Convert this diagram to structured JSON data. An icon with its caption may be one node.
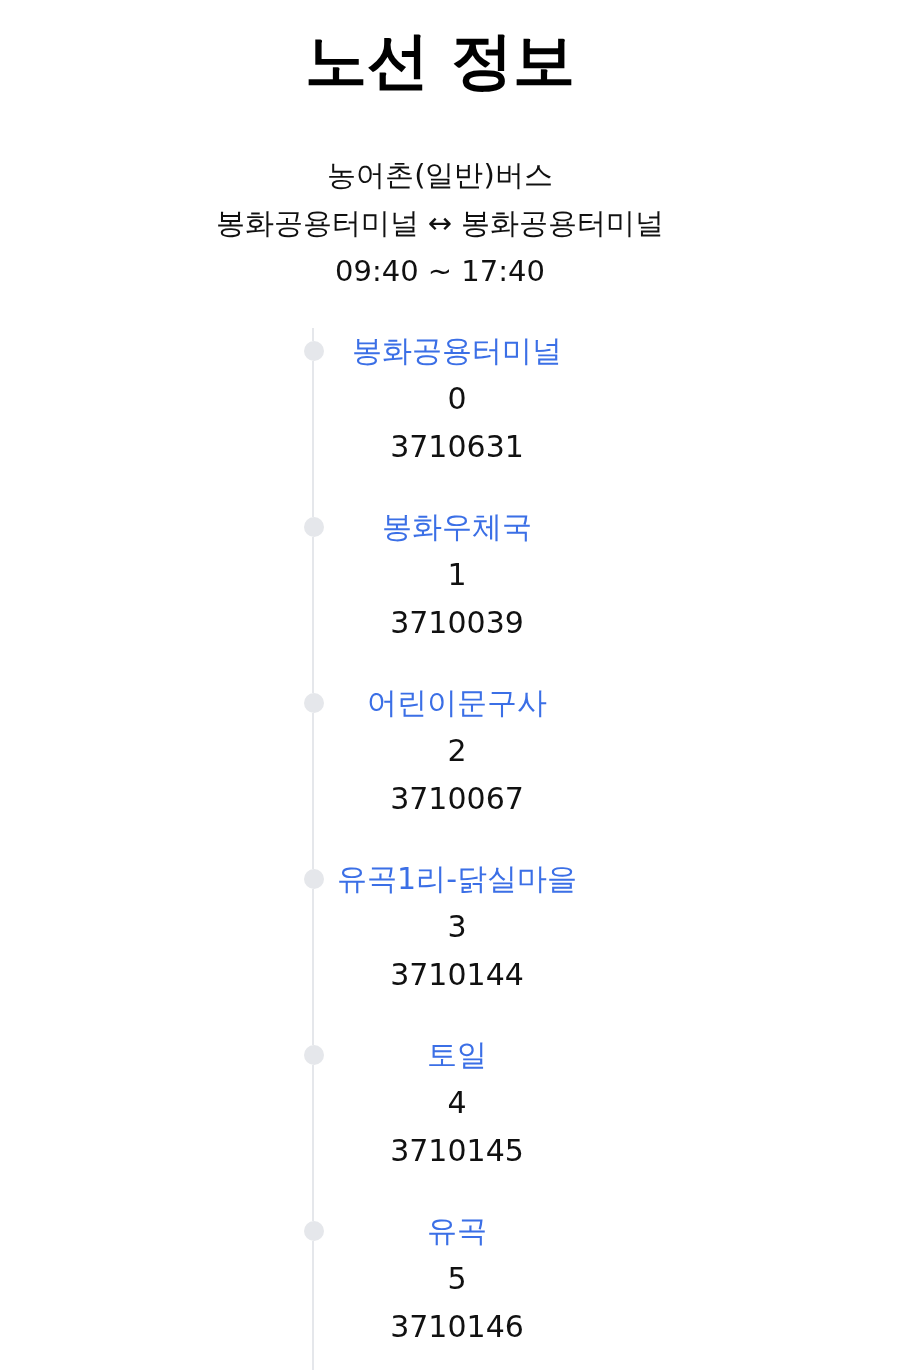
{
  "diagram": {
    "title": "노선 정보",
    "nodes": [
      {
        "text": [],
        "shape": "circle",
        "beside": [
          "봉화공용터미널",
          "0",
          "3710631"
        ]
      },
      {
        "text": [],
        "shape": "circle",
        "beside": [
          "봉화우체국",
          "1",
          "3710039"
        ]
      },
      {
        "text": [],
        "shape": "circle",
        "beside": [
          "어린이문구사",
          "2",
          "3710067"
        ]
      },
      {
        "text": [],
        "shape": "circle",
        "beside": [
          "유곡1리-닭실마을",
          "3",
          "3710144"
        ]
      },
      {
        "text": [],
        "shape": "circle",
        "beside": [
          "토일",
          "4",
          "3710145"
        ]
      },
      {
        "text": [],
        "shape": "circle",
        "beside": [
          "유곡",
          "5",
          "3710146"
        ]
      }
    ],
    "edges": [
      {
        "from": 0,
        "to": 1,
        "arrow": "none"
      },
      {
        "from": 1,
        "to": 2,
        "arrow": "none"
      },
      {
        "from": 2,
        "to": 3,
        "arrow": "none"
      },
      {
        "from": 3,
        "to": 4,
        "arrow": "none"
      },
      {
        "from": 4,
        "to": 5,
        "arrow": "none"
      }
    ],
    "labels": [
      "농어촌(일반)버스",
      "봉화공용터미널 ↔ 봉화공용터미널",
      "09:40 ~ 17:40"
    ]
  }
}
